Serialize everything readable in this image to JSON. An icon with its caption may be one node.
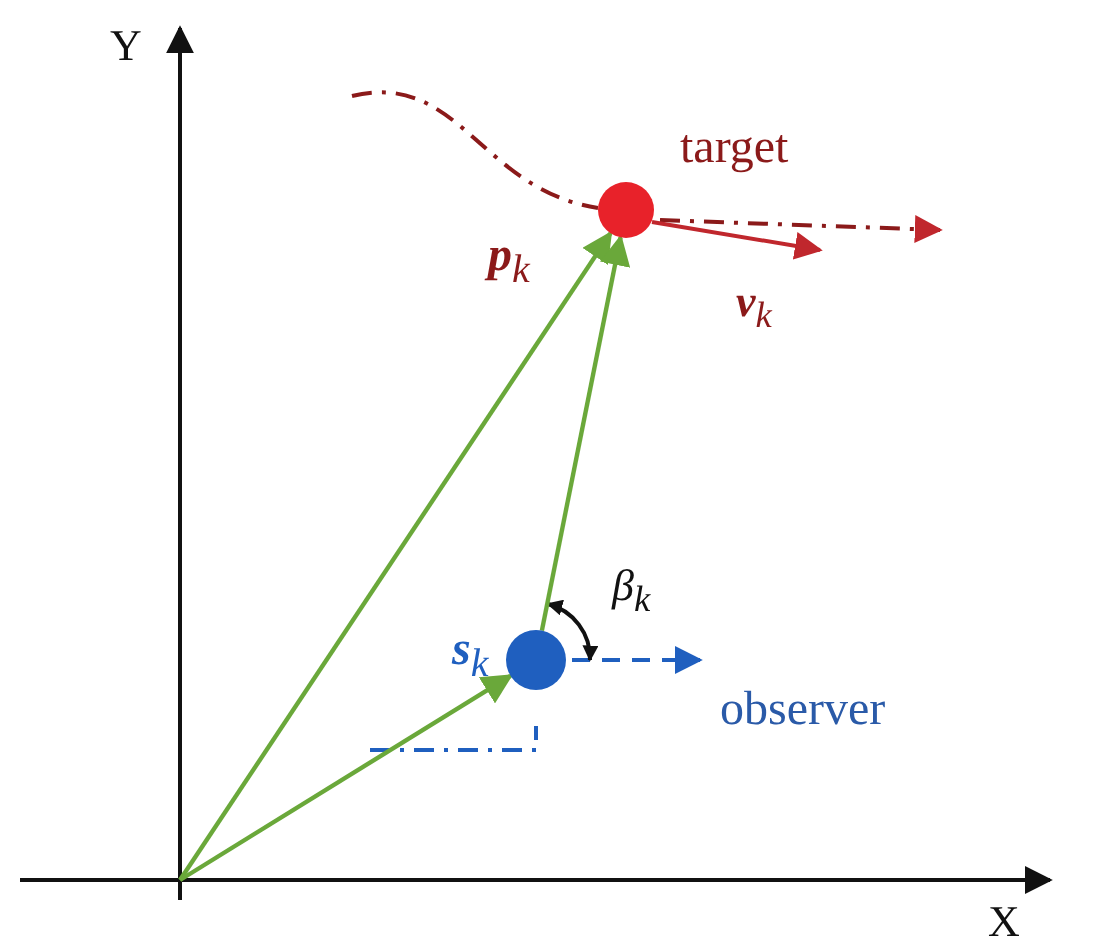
{
  "diagram": {
    "nodes": [
      {
        "text": [],
        "shape": "circle",
        "beside": [
          "target"
        ]
      },
      {
        "text": [],
        "shape": "circle",
        "beside": [
          "observer"
        ]
      }
    ],
    "edges": [
      {
        "from": null,
        "to": 0,
        "arrow": "to",
        "label": "**p**$_{k}$"
      },
      {
        "from": null,
        "to": 1,
        "arrow": "to",
        "label": "**s**$_{k}$"
      },
      {
        "from": 1,
        "to": 0,
        "arrow": "to"
      }
    ],
    "labels": [
      "Y",
      "X",
      "**v**$_{k}$",
      "*β*$_{k}$"
    ]
  }
}
